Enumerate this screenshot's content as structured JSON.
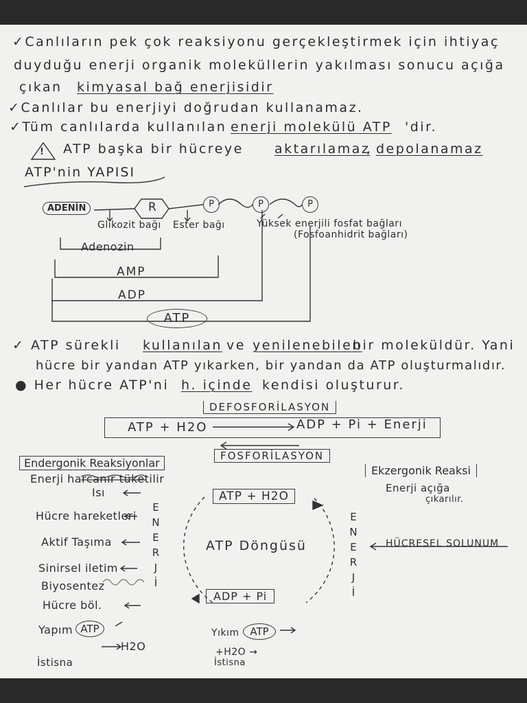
{
  "notes": {
    "line1": "✓Canlıların pek çok reaksiyonu gerçekleştirmek için ihtiyaç",
    "line2": "duyduğu enerji organik moleküllerin yakılması sonucu açığa",
    "line3a": "çıkan",
    "line3b": "kimyasal bağ enerjisidir",
    "line4": "✓Canlılar bu enerjiyi doğrudan kullanamaz.",
    "line5a": "✓Tüm canlılarda kullanılan",
    "line5b": "enerji molekülü ATP",
    "line5c": "'dir.",
    "warn_mark": "!",
    "line6a": "ATP başka bir hücreye",
    "line6b": "aktarılamaz",
    "line6c": ",",
    "line6d": "depolanamaz",
    "line6e": "."
  },
  "structure": {
    "title": "ATP'nin YAPISI",
    "adenin": "ADENİN",
    "riboz": "R",
    "phosphate": "P",
    "glikozit": "Glikozit bağı",
    "ester": "Ester bağı",
    "yuksek1": "Yüksek enerjili fosfat bağları",
    "yuksek2": "(Fosfoanhidrit bağları)",
    "adenozin": "Adenozin",
    "amp": "AMP",
    "adp": "ADP",
    "atp": "ATP"
  },
  "para": {
    "p1a": "✓ ATP sürekli",
    "p1b": "kullanılan",
    "p1c": "ve",
    "p1d": "yenilenebilen",
    "p1e": "bir moleküldür. Yani",
    "p2": "hücre bir yandan ATP yıkarken, bir yandan da ATP oluşturmalıdır.",
    "p3a": "● Her hücre ATP'ni",
    "p3b": "h. içinde",
    "p3c": "kendisi oluşturur."
  },
  "reaction": {
    "defosforilasyon": "DEFOSFORİLASYON",
    "left": "ATP + H2O",
    "right": "ADP + Pi + Enerji",
    "fosforilasyon": "FOSFORİLASYON"
  },
  "cycle": {
    "endergonik_title": "Endergonik Reaksiyonlar",
    "endergonik_sub": "Enerji harcanır tüketilir",
    "isi": "Isı",
    "ekzergonik_title": "Ekzergonik Reaksi",
    "ekzergonik_sub1": "Enerji açığa",
    "ekzergonik_sub2": "çıkarılır.",
    "top_box": "ATP + H2O",
    "bottom_box": "ADP + Pi",
    "center": "ATP Döngüsü",
    "left_vertical": "ENERJİ",
    "right_vertical": "ENERJİ",
    "hucresel": "HÜCRESEL SOLUNUM",
    "uses": [
      "Hücre hareketleri",
      "Aktif Taşıma",
      "Sinirsel iletim",
      "Biyosentez",
      "Hücre böl."
    ],
    "yapim": "Yapım",
    "yapim_atp": "ATP",
    "yapim_h2o": "H2O",
    "yikim": "Yıkım",
    "yikim_atp": "ATP",
    "yikim_h2o": "+H2O →",
    "istisna1": "İstisna",
    "istisna2": "İstisna"
  }
}
